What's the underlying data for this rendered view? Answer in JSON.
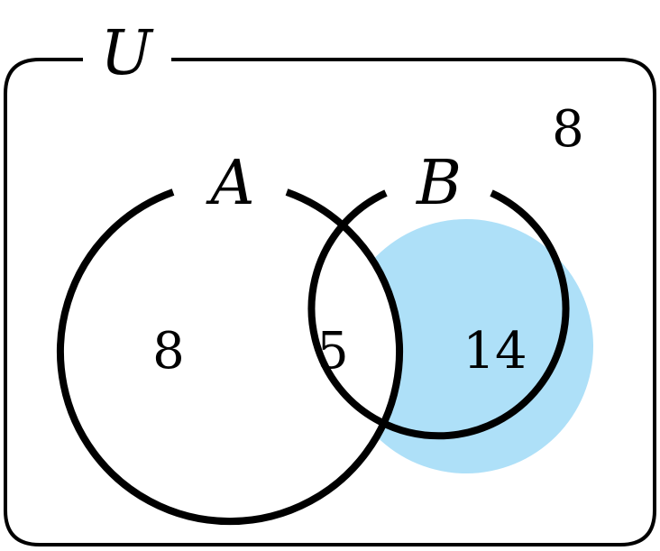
{
  "universe_label": "U",
  "set_a_label": "A",
  "set_b_label": "B",
  "regions": {
    "only_a": "8",
    "a_and_b": "5",
    "only_b": "14",
    "outside": "8"
  },
  "colors": {
    "shade": "#aee0f8",
    "stroke": "#000000",
    "background": "#ffffff"
  }
}
